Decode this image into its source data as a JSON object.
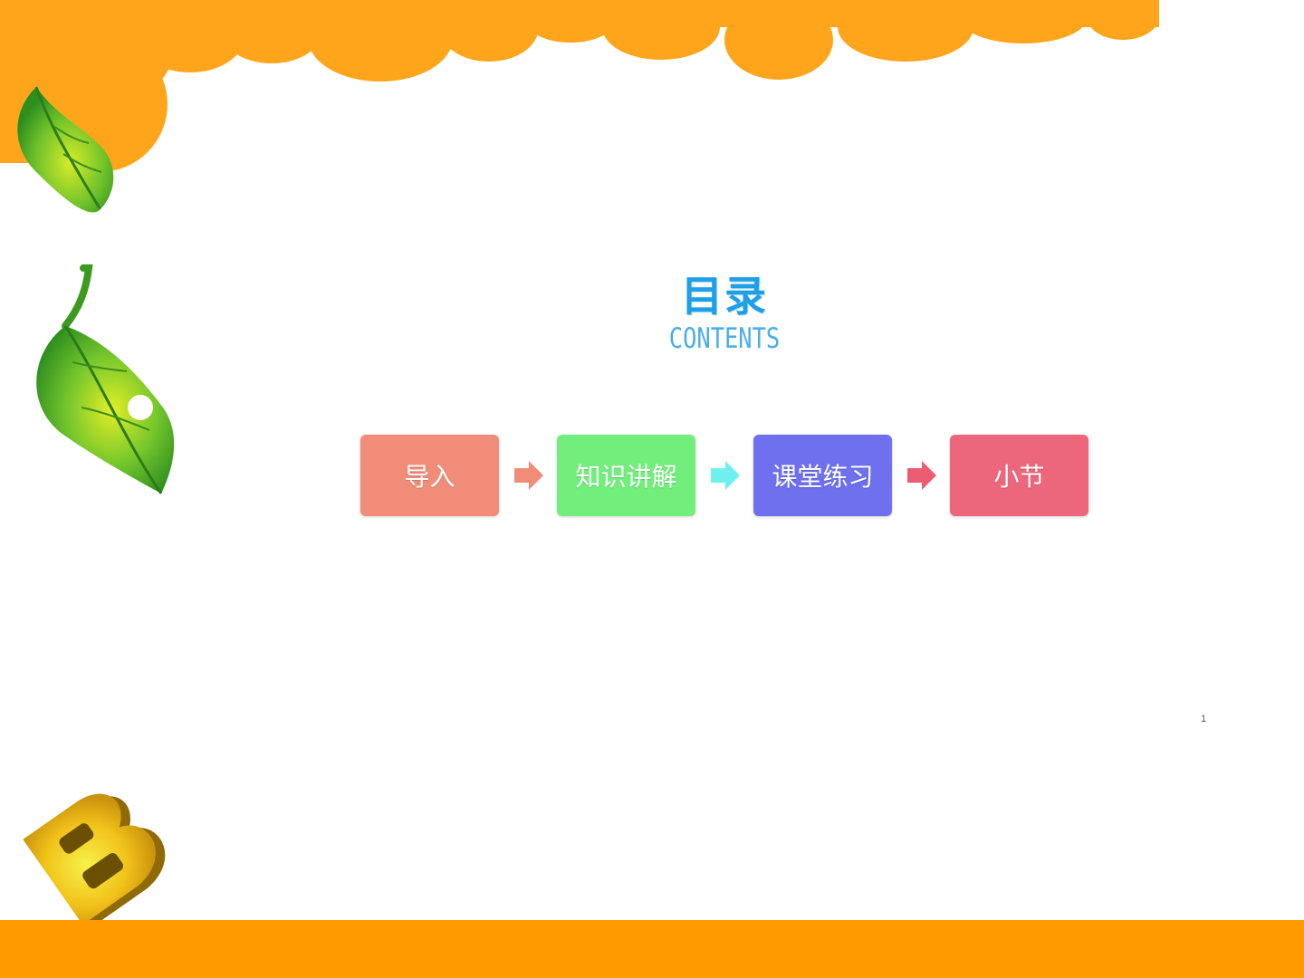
{
  "slide": {
    "title_cn": "目录",
    "title_en": "CONTENTS",
    "page_number": "1"
  },
  "flow": {
    "steps": [
      {
        "label": "导入",
        "color": "#f08c78"
      },
      {
        "label": "知识讲解",
        "color": "#72ee7c"
      },
      {
        "label": "课堂练习",
        "color": "#6f70ee"
      },
      {
        "label": "小节",
        "color": "#ec677b"
      }
    ],
    "arrows": [
      {
        "color": "#f08c78"
      },
      {
        "color": "#6ff0ee"
      },
      {
        "color": "#ec5d72"
      }
    ]
  },
  "decorations": {
    "top_cloud_color": "#ffa51c",
    "bottom_bar_color": "#ff9a00",
    "leaf_icon": "leaf-icon",
    "letter_badge_icon": "letter-b-icon"
  }
}
